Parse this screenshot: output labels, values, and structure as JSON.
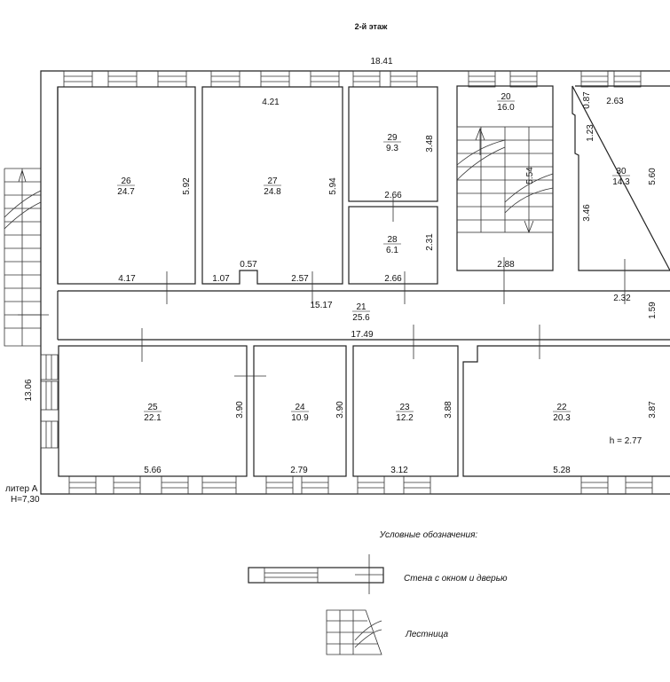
{
  "title": "2-й этаж",
  "rooms": [
    {
      "number": "26",
      "area": "24.7"
    },
    {
      "number": "27",
      "area": "24.8"
    },
    {
      "number": "29",
      "area": "9.3"
    },
    {
      "number": "28",
      "area": "6.1"
    },
    {
      "number": "20",
      "area": "16.0"
    },
    {
      "number": "30",
      "area": "14.3"
    },
    {
      "number": "21",
      "area": "25.6"
    },
    {
      "number": "25",
      "area": "22.1"
    },
    {
      "number": "24",
      "area": "10.9"
    },
    {
      "number": "23",
      "area": "12.2"
    },
    {
      "number": "22",
      "area": "20.3"
    }
  ],
  "dimensions": [
    "18.41",
    "4.21",
    "5.92",
    "5.94",
    "3.48",
    "2.66",
    "2.31",
    "2.66",
    "4.17",
    "1.07",
    "0.57",
    "2.57",
    "15.17",
    "2.88",
    "5.54",
    "0.87",
    "2.63",
    "1.23",
    "3.46",
    "5.60",
    "2.32",
    "1.59",
    "17.49",
    "13.06",
    "3.90",
    "3.90",
    "3.88",
    "3.87",
    "5.66",
    "2.79",
    "3.12",
    "5.28"
  ],
  "height_note": "h = 2.77",
  "building": {
    "letter": "литер А",
    "height": "H=7,30"
  },
  "legend": {
    "title": "Условные обозначения:",
    "wall": "Стена с окном и дверью",
    "stairs": "Лестница"
  }
}
